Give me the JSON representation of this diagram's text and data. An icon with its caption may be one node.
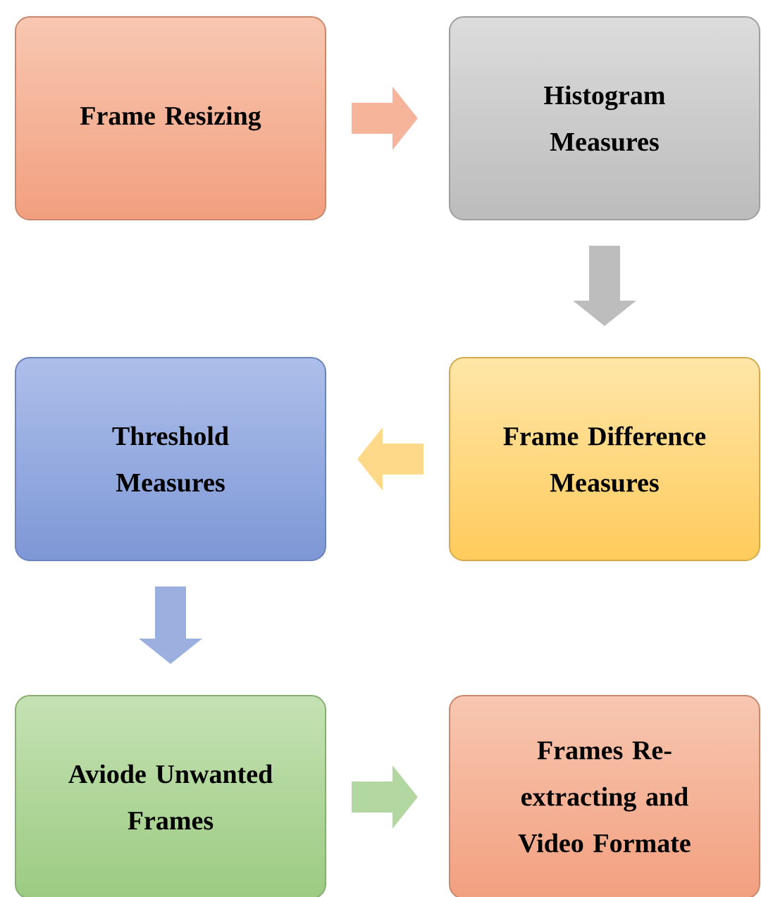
{
  "diagram": {
    "nodes": [
      {
        "text": [
          "Frame Resizing"
        ]
      },
      {
        "text": [
          "Histogram Measures"
        ]
      },
      {
        "text": [
          "Threshold Measures"
        ]
      },
      {
        "text": [
          "Frame Difference Measures"
        ]
      },
      {
        "text": [
          "Aviode Unwanted Frames"
        ]
      },
      {
        "text": [
          "Frames Re- extracting and Video Formate"
        ]
      }
    ],
    "edges": [
      {
        "from": 0,
        "to": 1,
        "arrow": "to",
        "color": "#f6b49a"
      },
      {
        "from": 1,
        "to": 3,
        "arrow": "to",
        "color": "#bdbdbd"
      },
      {
        "from": 3,
        "to": 2,
        "arrow": "to",
        "color": "#ffd98a"
      },
      {
        "from": 2,
        "to": 4,
        "arrow": "to",
        "color": "#9cb0e0"
      },
      {
        "from": 4,
        "to": 5,
        "arrow": "to",
        "color": "#b3d7a0"
      }
    ]
  }
}
